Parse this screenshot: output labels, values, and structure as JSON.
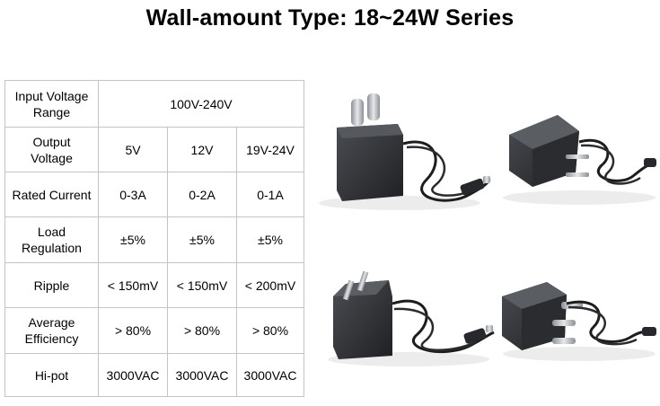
{
  "title": "Wall-amount Type: 18~24W Series",
  "spec_table": {
    "rows": [
      {
        "label_lines": [
          "Input Voltage",
          "Range"
        ],
        "cells": [
          "100V-240V"
        ]
      },
      {
        "label_lines": [
          "Output",
          "Voltage"
        ],
        "cells": [
          "5V",
          "12V",
          "19V-24V"
        ]
      },
      {
        "label_lines": [
          "Rated Current"
        ],
        "cells": [
          "0-3A",
          "0-2A",
          "0-1A"
        ]
      },
      {
        "label_lines": [
          "Load",
          "Regulation"
        ],
        "cells": [
          "±5%",
          "±5%",
          "±5%"
        ]
      },
      {
        "label_lines": [
          "Ripple"
        ],
        "cells": [
          "< 150mV",
          "< 150mV",
          "< 200mV"
        ]
      },
      {
        "label_lines": [
          "Average",
          "Efficiency"
        ],
        "cells": [
          "> 80%",
          "> 80%",
          "> 80%"
        ]
      },
      {
        "label_lines": [
          "Hi-pot"
        ],
        "cells": [
          "3000VAC",
          "3000VAC",
          "3000VAC"
        ]
      }
    ]
  },
  "photos": [
    {
      "icon": "eu-plug-adapter-icon"
    },
    {
      "icon": "eu-plug-adapter-side-icon"
    },
    {
      "icon": "us-plug-adapter-icon"
    },
    {
      "icon": "in-plug-adapter-icon"
    }
  ],
  "colors": {
    "border": "#c4c4c4",
    "adapter": "#2e3033",
    "pin": "#b9bdc2"
  }
}
